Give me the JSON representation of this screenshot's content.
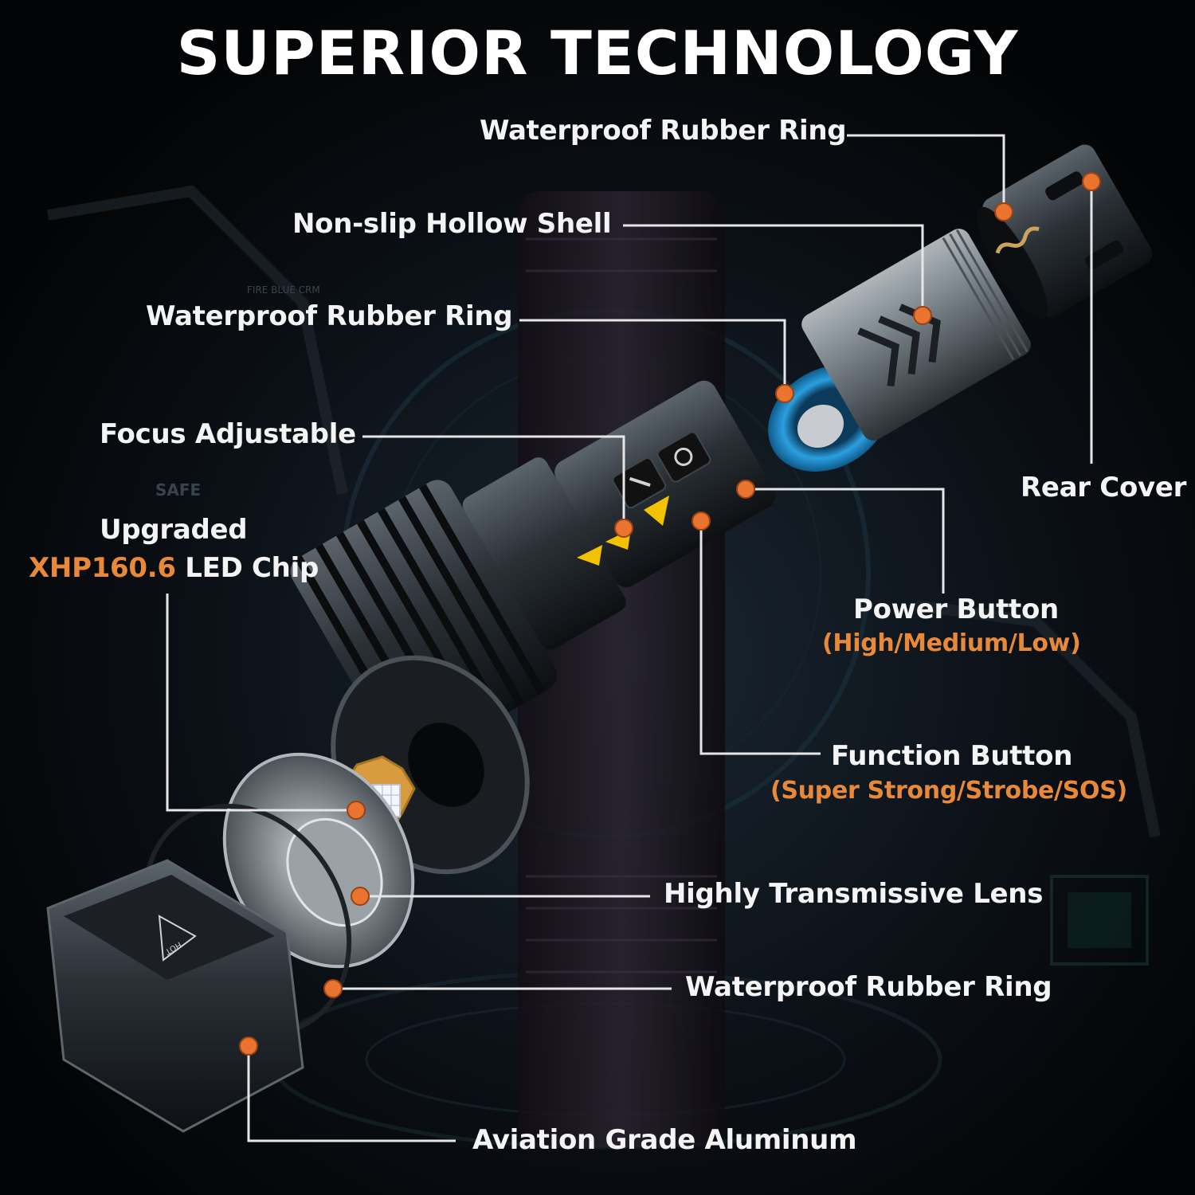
{
  "title": "SUPERIOR TECHNOLOGY",
  "background_color": "#000000",
  "accent_color": "#e8893a",
  "callout_dot_color": "#e8742f",
  "parts": {
    "waterproof_ring_top": "Waterproof Rubber Ring",
    "hollow_shell": "Non-slip Hollow Shell",
    "waterproof_ring_mid": "Waterproof Rubber Ring",
    "focus": "Focus Adjustable",
    "rear_cover": "Rear Cover",
    "led_line1": "Upgraded",
    "led_model": "XHP160.6",
    "led_suffix": "LED Chip",
    "power_button": "Power Button",
    "power_modes": "(High/Medium/Low)",
    "function_button": "Function Button",
    "function_modes": "(Super Strong/Strobe/SOS)",
    "lens": "Highly Transmissive Lens",
    "waterproof_ring_bottom": "Waterproof Rubber Ring",
    "aluminum": "Aviation Grade Aluminum"
  },
  "markings": {
    "cap_text": "HOT",
    "bg_text_1": "FIRE BLUE CRM",
    "bg_text_2": "SAFE"
  }
}
